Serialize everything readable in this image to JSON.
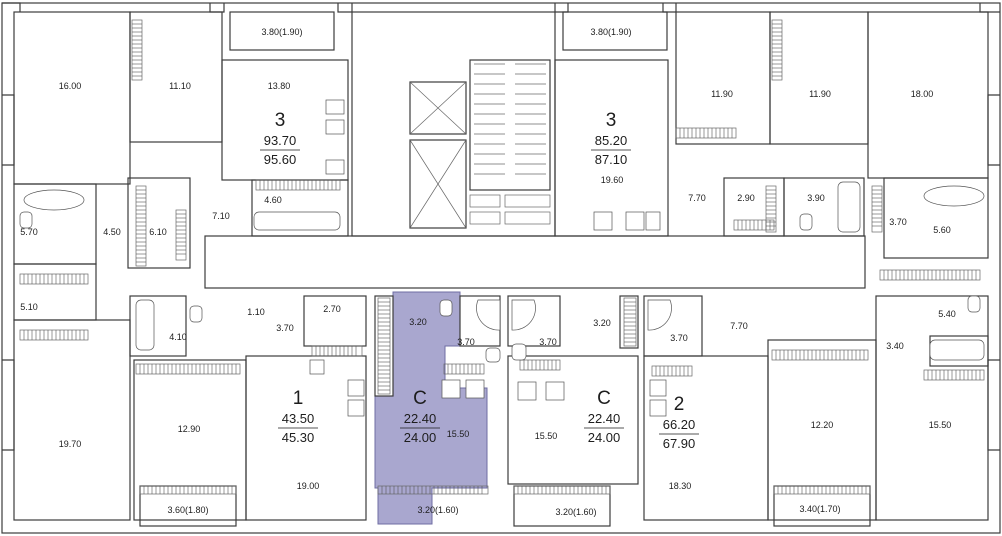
{
  "highlight_color": "#a9a7cf",
  "room_labels": [
    "3.80(1.90)",
    "13.80",
    "16.00",
    "11.10",
    "3.80(1.90)",
    "11.90",
    "11.90",
    "18.00",
    "19.60",
    "5.70",
    "4.50",
    "6.10",
    "7.10",
    "4.60",
    "7.70",
    "2.90",
    "3.90",
    "3.70",
    "5.60",
    "5.10",
    "1.10",
    "2.70",
    "4.10",
    "3.70",
    "3.20",
    "3.70",
    "3.70",
    "3.20",
    "3.70",
    "7.70",
    "5.40",
    "3.40",
    "12.90",
    "15.50",
    "15.50",
    "12.20",
    "15.50",
    "19.70",
    "19.00",
    "18.30",
    "3.60(1.80)",
    "3.20(1.60)",
    "3.20(1.60)",
    "3.40(1.70)"
  ],
  "apartments": [
    {
      "type": "3",
      "area_living": "93.70",
      "area_total": "95.60"
    },
    {
      "type": "3",
      "area_living": "85.20",
      "area_total": "87.10"
    },
    {
      "type": "1",
      "area_living": "43.50",
      "area_total": "45.30"
    },
    {
      "type": "С",
      "area_living": "22.40",
      "area_total": "24.00"
    },
    {
      "type": "С",
      "area_living": "22.40",
      "area_total": "24.00"
    },
    {
      "type": "2",
      "area_living": "66.20",
      "area_total": "67.90"
    }
  ]
}
